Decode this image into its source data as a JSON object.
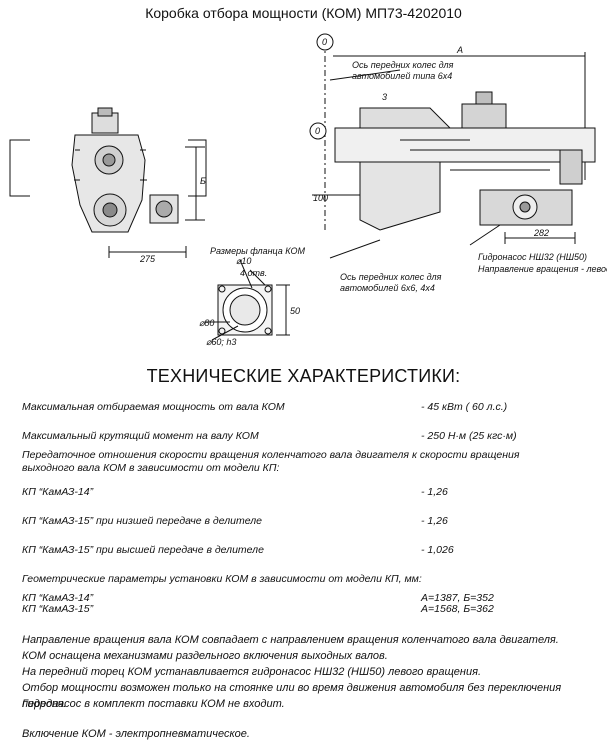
{
  "title": "Коробка отбора мощности (КОМ) МП73-4202010",
  "drawing": {
    "dim_275": "275",
    "dim_b": "Б",
    "flange_title": "Размеры фланца КОМ",
    "flange_hole": "⌀10",
    "flange_holes_count": "4 отв.",
    "flange_50": "50",
    "flange_d80": "⌀80",
    "flange_d60": "⌀60; h3",
    "callout_0_top": "0",
    "callout_0_left": "0",
    "dim_a": "А",
    "axis_6x4_line1": "Ось передних колес для",
    "axis_6x4_line2": "автомобилей типа 6х4",
    "dim_3": "3",
    "dim_100": "100",
    "dim_282": "282",
    "axis_6x6_line1": "Ось передних колес для",
    "axis_6x6_line2": "автомобилей 6х6, 4х4",
    "pump_label": "Гидронасос НШ32 (НШ50)",
    "rotation_label": "Направление вращения - левое"
  },
  "heading": "ТЕХНИЧЕСКИЕ ХАРАКТЕРИСТИКИ:",
  "specs": {
    "max_power_label": "Максимальная отбираемая мощность от вала КОМ",
    "max_power_value": "-  45 кВт ( 60 л.с.)",
    "max_torque_label": "Максимальный крутящий момент на валу КОМ",
    "max_torque_value": "- 250 Н·м (25 кгс·м)",
    "ratio_line1": "Передаточное отношения скорости вращения коленчатого вала двигателя к скорости вращения",
    "ratio_line2": "выходного вала КОМ в зависимости от модели КП:",
    "kp14_label": "КП “КамАЗ-14”",
    "kp14_value": "- 1,26",
    "kp15_low_label": "КП “КамАЗ-15” при низшей передаче в делителе",
    "kp15_low_value": "- 1,26",
    "kp15_high_label": "КП “КамАЗ-15” при  высшей передаче в делителе",
    "kp15_high_value": "- 1,026",
    "geom_label": "Геометрические параметры установки КОМ в зависимости от модели КП, мм:",
    "geom_kp14_label": "КП “КамАЗ-14”",
    "geom_kp14_value": "А=1387, Б=352",
    "geom_kp15_label": "КП “КамАЗ-15”",
    "geom_kp15_value": "А=1568, Б=362"
  },
  "notes": [
    "Направление вращения вала  КОМ  совпадает с направлением вращения коленчатого вала двигателя.",
    "КОМ оснащена механизмами раздельного включения выходных валов.",
    "На передний  торец  КОМ  устанавливается гидронасос  НШ32 (НШ50)  левого  вращения.",
    "Отбор мощности возможен только на стоянке или во время движения автомобиля без переключения передач.",
    "Гидронасос в комплект поставки  КОМ  не  входит.",
    "",
    "Включение КОМ - электропневматическое."
  ]
}
